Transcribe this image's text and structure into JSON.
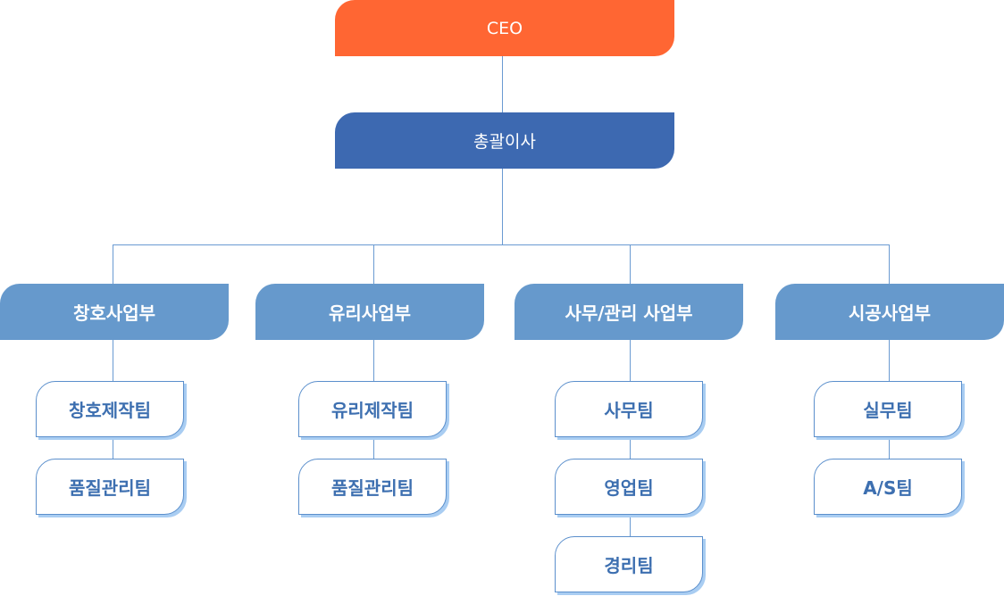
{
  "ceo": "CEO",
  "general_manager": "총괄이사",
  "divisions": [
    {
      "name": "창호사업부",
      "teams": [
        "창호제작팀",
        "품질관리팀"
      ]
    },
    {
      "name": "유리사업부",
      "teams": [
        "유리제작팀",
        "품질관리팀"
      ]
    },
    {
      "name": "사무/관리 사업부",
      "teams": [
        "사무팀",
        "영업팀",
        "경리팀"
      ]
    },
    {
      "name": "시공사업부",
      "teams": [
        "실무팀",
        "A/S팀"
      ]
    }
  ],
  "colors": {
    "ceo": "#ff6633",
    "general_manager": "#3d69b1",
    "division": "#6699cc",
    "team_text": "#3d6fb0"
  }
}
